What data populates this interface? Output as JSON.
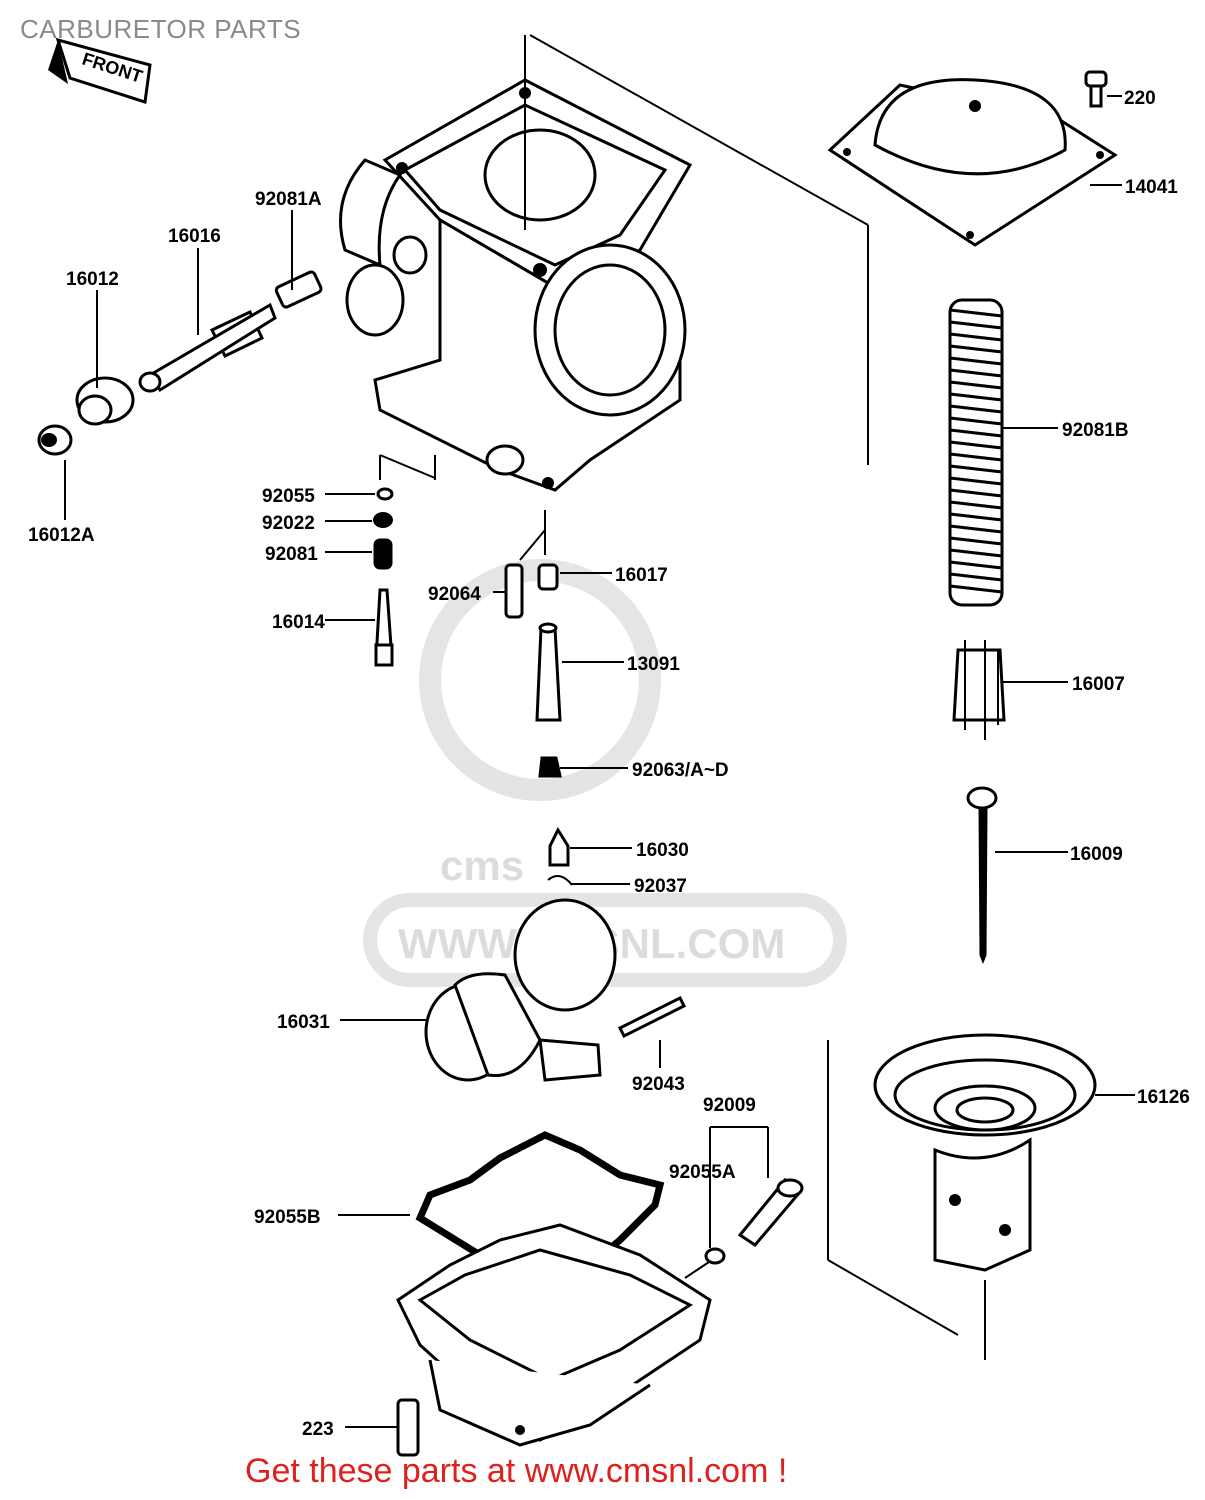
{
  "title": "CARBURETOR PARTS",
  "front_marker": "FRONT",
  "watermark": {
    "brand": "cms",
    "url": "WWW.CMSNL.COM"
  },
  "footer": {
    "text": "Get these parts at www.cmsnl.com !",
    "color": "#e0201c"
  },
  "parts": {
    "p220": "220",
    "p14041": "14041",
    "p92081A": "92081A",
    "p16016": "16016",
    "p16012": "16012",
    "p16012A": "16012A",
    "p92081B": "92081B",
    "p92055": "92055",
    "p92022": "92022",
    "p92081": "92081",
    "p16014": "16014",
    "p92064": "92064",
    "p16017": "16017",
    "p13091": "13091",
    "p16007": "16007",
    "p92063": "92063/A~D",
    "p16009": "16009",
    "p16030": "16030",
    "p92037": "92037",
    "p16031": "16031",
    "p92043": "92043",
    "p92009": "92009",
    "p92055A": "92055A",
    "p16126": "16126",
    "p92055B": "92055B",
    "p223": "223"
  }
}
